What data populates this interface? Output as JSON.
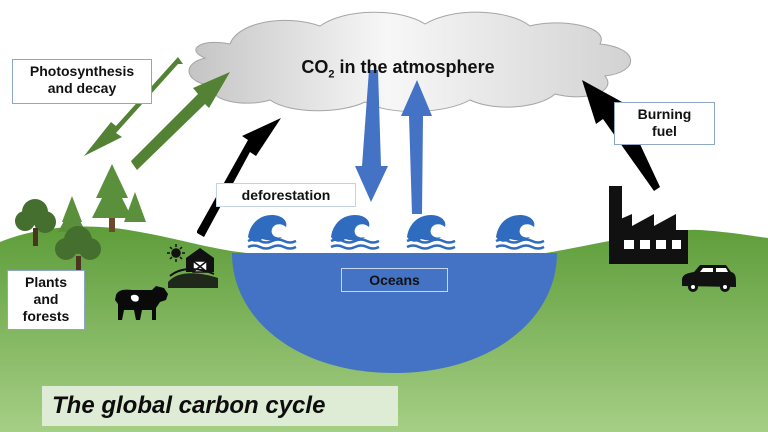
{
  "title": "The global carbon cycle",
  "cloud_label": {
    "prefix": "CO",
    "subscript": "2",
    "suffix": " in the atmosphere"
  },
  "labels": {
    "photosynthesis": [
      "Photosynthesis",
      "and decay"
    ],
    "burning": [
      "Burning",
      "fuel"
    ],
    "deforestation": "deforestation",
    "plants": [
      "Plants",
      "and",
      "forests"
    ],
    "oceans": "Oceans"
  },
  "colors": {
    "grass_light": "#a6cf86",
    "grass_dark": "#5e9d3a",
    "ocean": "#4472c4",
    "green_arrow": "#548235",
    "blue_arrow": "#4472c4",
    "black": "#000000",
    "title_bg": "#dfecd5",
    "tree": "#5a8f3c"
  },
  "icons": [
    "cloud-icon",
    "tree-icon",
    "wave-icon",
    "factory-icon",
    "car-icon",
    "cow-icon",
    "barn-icon",
    "sun-icon"
  ]
}
